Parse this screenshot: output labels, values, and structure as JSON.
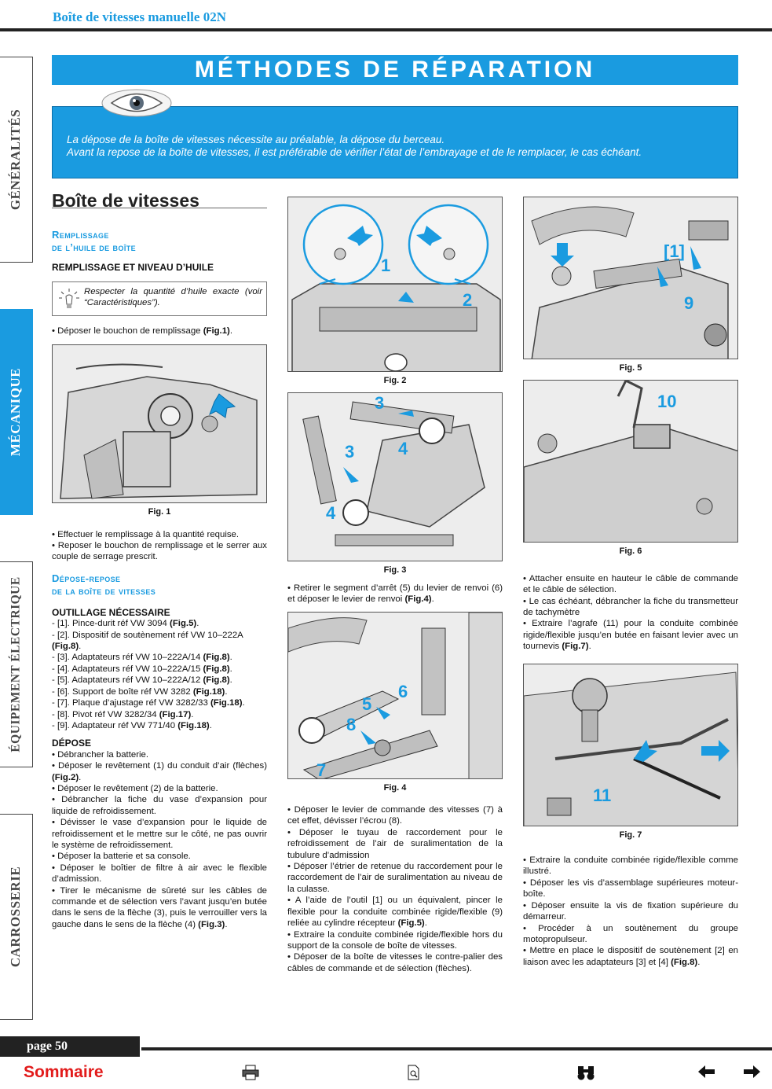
{
  "header": {
    "title": "Boîte de vitesses manuelle 02N"
  },
  "side_tabs": [
    "GÉNÉRALITÉS",
    "MÉCANIQUE",
    "ÉQUIPEMENT ÉLECTRIQUE",
    "CARROSSERIE"
  ],
  "banner": "MÉTHODES DE RÉPARATION",
  "note": {
    "line1": "La dépose de la boîte de vitesses nécessite au préalable, la dépose du berceau.",
    "line2": "Avant la repose de la boîte de vitesses, il est préférable de vérifier l’état de l’embrayage et de le remplacer, le cas échéant."
  },
  "col1": {
    "title": "Boîte de vitesses",
    "sub1a": "Remplissage",
    "sub1b": "de l’huile de boîte",
    "head1": "REMPLISSAGE ET NIVEAU D’HUILE",
    "tip": "Respecter la quantité d’huile exacte (voir “Caractéristiques”).",
    "p1": "• Déposer le bouchon de remplissage",
    "p1ref": "(Fig.1)",
    "fig1": "Fig. 1",
    "p2": "• Effectuer le remplissage à la quantité requise.",
    "p3": "• Reposer le bouchon de remplissage et le serrer aux couple de serrage prescrit.",
    "sub2a": "Dépose-repose",
    "sub2b": "de la boîte de vitesses",
    "head2": "OUTILLAGE NÉCESSAIRE",
    "tools": [
      {
        "t": "- [1]. Pince-durit réf VW 3094 ",
        "r": "(Fig.5)"
      },
      {
        "t": "- [2]. Dispositif de soutènement réf VW 10–222A ",
        "r": "(Fig.8)"
      },
      {
        "t": "- [3]. Adaptateurs réf VW 10–222A/14 ",
        "r": "(Fig.8)"
      },
      {
        "t": "- [4]. Adaptateurs réf VW 10–222A/15 ",
        "r": "(Fig.8)"
      },
      {
        "t": "- [5]. Adaptateurs réf VW 10–222A/12 ",
        "r": "(Fig.8)"
      },
      {
        "t": "- [6]. Support de boîte réf VW 3282 ",
        "r": "(Fig.18)"
      },
      {
        "t": "- [7]. Plaque d’ajustage réf VW 3282/33 ",
        "r": "(Fig.18)"
      },
      {
        "t": "- [8]. Pivot réf VW 3282/34 ",
        "r": "(Fig.17)"
      },
      {
        "t": "- [9]. Adaptateur réf VW 771/40 ",
        "r": "(Fig.18)"
      }
    ],
    "head3": "DÉPOSE",
    "depose": [
      {
        "t": "• Débrancher la batterie.",
        "r": ""
      },
      {
        "t": "• Déposer le revêtement (1) du conduit d’air (flèches) ",
        "r": "(Fig.2)"
      },
      {
        "t": "• Déposer le revêtement (2) de la batterie.",
        "r": ""
      },
      {
        "t": "• Débrancher la fiche du vase d’expansion pour liquide de refroidissement.",
        "r": ""
      },
      {
        "t": "• Dévisser le vase d’expansion pour le liquide de refroidissement et le mettre sur le côté, ne pas ouvrir le système de refroidissement.",
        "r": ""
      },
      {
        "t": "• Déposer la batterie et sa console.",
        "r": ""
      },
      {
        "t": "• Déposer le boîtier de filtre à air avec le flexible d’admission.",
        "r": ""
      },
      {
        "t": "• Tirer le mécanisme de sûreté sur les câbles de commande et de sélection vers l’avant jusqu’en butée dans le sens de la flèche (3), puis le verrouiller vers la gauche dans le sens de la flèche (4) ",
        "r": "(Fig.3)"
      }
    ]
  },
  "col2": {
    "fig2": "Fig. 2",
    "fig2_labels": [
      "1",
      "2"
    ],
    "fig3": "Fig. 3",
    "fig3_labels": [
      "3",
      "4",
      "3",
      "4"
    ],
    "p1": "• Retirer le segment d’arrêt (5) du levier de renvoi (6) et déposer le levier de renvoi ",
    "p1ref": "(Fig.4)",
    "fig4": "Fig. 4",
    "fig4_labels": [
      "6",
      "5",
      "8",
      "7"
    ],
    "paras": [
      {
        "t": "• Déposer le levier de commande des vitesses (7) à cet effet, dévisser l’écrou (8).",
        "r": ""
      },
      {
        "t": "• Déposer le tuyau de raccordement pour le refroidissement de l’air de suralimentation de la tubulure d’admission",
        "r": ""
      },
      {
        "t": "• Déposer l’étrier de retenue du raccordement pour le raccordement de l’air de suralimentation au niveau de la culasse.",
        "r": ""
      },
      {
        "t": "• A l’aide de l’outil [1] ou un équivalent, pincer le flexible pour la conduite combinée rigide/flexible (9) reliée au cylindre récepteur ",
        "r": "(Fig.5)"
      },
      {
        "t": "• Extraire la conduite combinée rigide/flexible hors du support de la console de boîte de vitesses.",
        "r": ""
      },
      {
        "t": "• Déposer de la boîte de vitesses le contre-palier des câbles de commande et de sélection (flèches).",
        "r": ""
      }
    ]
  },
  "col3": {
    "fig5": "Fig. 5",
    "fig5_labels": [
      "[1]",
      "9"
    ],
    "fig6": "Fig. 6",
    "fig6_labels": [
      "10"
    ],
    "paras1": [
      {
        "t": "• Attacher ensuite en hauteur le câble de commande et le câble de sélection.",
        "r": ""
      },
      {
        "t": "• Le cas échéant, débrancher la fiche du transmetteur de tachymètre",
        "r": ""
      },
      {
        "t": "• Extraire l’agrafe (11) pour la conduite combinée rigide/flexible jusqu’en butée en faisant levier avec un tournevis ",
        "r": "(Fig.7)"
      }
    ],
    "fig7": "Fig. 7",
    "fig7_labels": [
      "11"
    ],
    "paras2": [
      {
        "t": "• Extraire la conduite combinée rigide/flexible comme illustré.",
        "r": ""
      },
      {
        "t": "• Déposer les vis d’assemblage supérieures moteur-boîte.",
        "r": ""
      },
      {
        "t": "• Déposer ensuite la vis de fixation supérieure du démarreur.",
        "r": ""
      },
      {
        "t": "• Procéder à un soutènement du groupe motopropulseur.",
        "r": ""
      },
      {
        "t": "• Mettre en place le dispositif de soutènement [2] en liaison avec les adaptateurs [3] et [4] ",
        "r": "(Fig.8)"
      }
    ]
  },
  "footer": {
    "page": "page 50",
    "sommaire": "Sommaire",
    "icons": [
      "printer-icon",
      "zoom-icon",
      "binoculars-icon",
      "arrow-left-icon",
      "arrow-right-icon"
    ]
  },
  "colors": {
    "accent": "#1a9be0",
    "sommaire": "#e21b1b"
  }
}
